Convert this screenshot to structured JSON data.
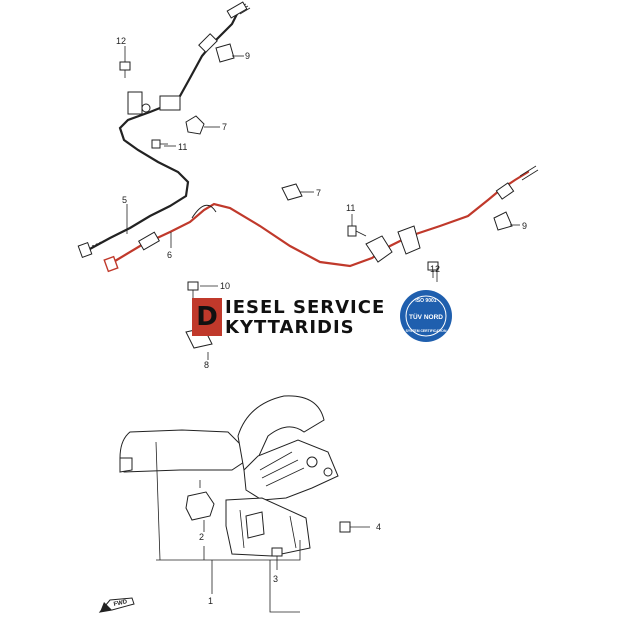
{
  "callouts": {
    "c1": "1",
    "c2": "2",
    "c3": "3",
    "c4": "4",
    "c5": "5",
    "c6": "6",
    "c7a": "7",
    "c7b": "7",
    "c8": "8",
    "c9a": "9",
    "c9b": "9",
    "c10": "10",
    "c11a": "11",
    "c11b": "11",
    "c12a": "12",
    "c12b": "12"
  },
  "watermark": {
    "letter": "D",
    "line1": "IESEL SERVICE",
    "line2": "KYTTARIDIS",
    "accent_color": "#c0392b"
  },
  "badge": {
    "top": "ISO 9001",
    "middle": "TÜV NORD",
    "bottom": "SYSTEM CERTIFICATION",
    "color": "#1f5fae"
  },
  "fwd_label": "FWD"
}
